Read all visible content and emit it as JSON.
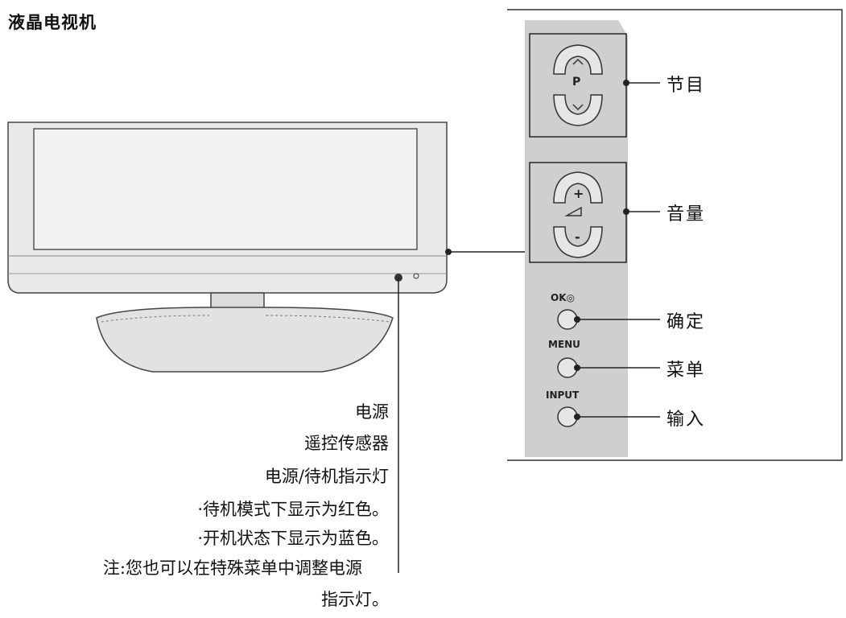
{
  "title": "液晶电视机",
  "panel": {
    "program_label": "节目",
    "program_symbol": "P",
    "volume_label": "音量",
    "ok_symbol": "OK◎",
    "ok_label": "确定",
    "menu_symbol": "MENU",
    "menu_label": "菜单",
    "input_symbol": "INPUT",
    "input_label": "输入"
  },
  "tv_notes": {
    "line1": "电源",
    "line2": "遥控传感器",
    "line3": "电源/待机指示灯",
    "line4": "·待机模式下显示为红色。",
    "line5": "·开机状态下显示为蓝色。",
    "line6": "注:您也可以在特殊菜单中调整电源",
    "line7": "指示灯。"
  }
}
